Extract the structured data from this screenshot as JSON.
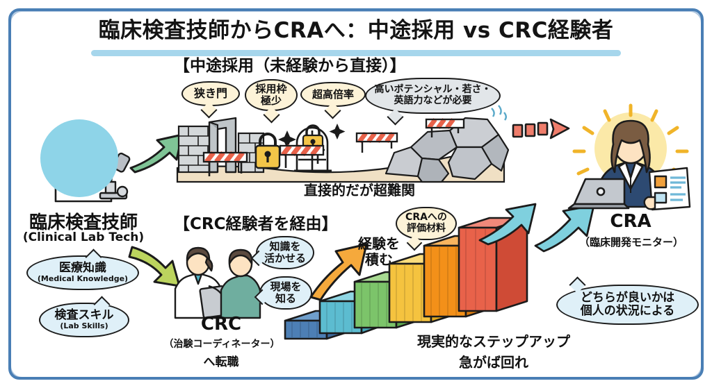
{
  "title": "臨床検査技師からCRAへ：中途採用 vs CRC経験者",
  "sections": {
    "top_route_heading": "【中途採用（未経験から直接）】",
    "bottom_route_heading": "【CRC経験者を経由】"
  },
  "left": {
    "role_name": "臨床検査技師",
    "role_sub": "(Clinical Lab Tech)",
    "skill_bubbles": [
      {
        "jp": "医療知識",
        "en": "(Medical Knowledge)"
      },
      {
        "jp": "検査スキル",
        "en": "(Lab Skills)"
      }
    ]
  },
  "top_route": {
    "bubbles": [
      "狭き門",
      "採用枠\n極少",
      "超高倍率",
      "高いポテンシャル・若さ・\n英語力などが必要"
    ],
    "bubble_1": "狭き門",
    "bubble_2_line1": "採用枠",
    "bubble_2_line2": "極少",
    "bubble_3": "超高倍率",
    "bubble_4_line1": "高いポテンシャル・若さ・",
    "bubble_4_line2": "英語力などが必要",
    "caption": "直接的だが超難関"
  },
  "crc": {
    "bubbles": [
      {
        "line1": "知識を",
        "line2": "活かせる"
      },
      {
        "line1": "現場を",
        "line2": "知る"
      }
    ],
    "label": "CRC",
    "sub1": "（治験コーディネーター）",
    "sub2": "へ転職"
  },
  "steps": {
    "arrow_label_line1": "経験を",
    "arrow_label_line2": "積む",
    "bubble_line1": "CRAへの",
    "bubble_line2": "評価材料",
    "caption_line1": "現実的なステップアップ",
    "caption_line2": "急がば回れ",
    "step_colors": [
      "#4d7fb5",
      "#5cbcd0",
      "#7cc46a",
      "#f5c33f",
      "#f39019",
      "#e8624a"
    ],
    "step_count": 6
  },
  "right": {
    "role_name": "CRA",
    "role_sub": "（臨床開発モニター）",
    "bubble_line1": "どちらが良いかは",
    "bubble_line2": "個人の状況による"
  },
  "colors": {
    "frame": "#4a7fb5",
    "title_underline": "#a6d6ec",
    "green_arrow": "#7fc496",
    "yellow_green_arrow": "#bcd45e",
    "red_arrow": "#ef7d6b",
    "teal_arrow": "#7fd0de",
    "orange_arrow": "#f5a93c",
    "highlight_pink": "#f3b5a6",
    "highlight_yellow": "#f7dfa8"
  }
}
